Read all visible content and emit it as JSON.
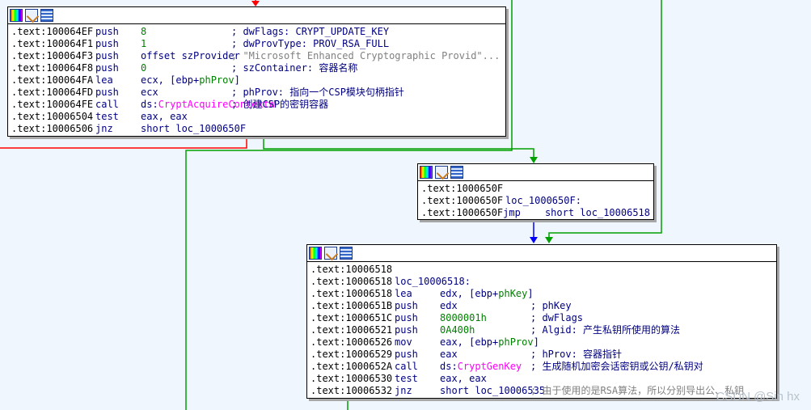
{
  "colors": {
    "background": "#f0f6fd",
    "edge_red": "#ff0000",
    "edge_green": "#00a000",
    "edge_blue": "#0000ff",
    "address": "#000000",
    "mnemonic": "#000080",
    "number": "#008000",
    "api": "#ff00ff",
    "comment_gray": "#808080"
  },
  "block1": {
    "lines": [
      {
        "addr": ".text:100064EF",
        "mn": "push",
        "op": "8",
        "opk": "num",
        "cmt": "; dwFlags: CRYPT_UPDATE_KEY"
      },
      {
        "addr": ".text:100064F1",
        "mn": "push",
        "op": "1",
        "opk": "num",
        "cmt": "; dwProvType: PROV_RSA_FULL"
      },
      {
        "addr": ".text:100064F3",
        "mn": "push",
        "op": "offset szProvider",
        "opk": "op",
        "cmt": "; \"Microsoft Enhanced Cryptographic Provid\"...",
        "cmtk": "str"
      },
      {
        "addr": ".text:100064F8",
        "mn": "push",
        "op": "0",
        "opk": "num",
        "cmt": "; szContainer: 容器名称"
      },
      {
        "addr": ".text:100064FA",
        "mn": "lea",
        "op_pre": "ecx, [ebp+",
        "op_var": "phProv",
        "op_post": "]"
      },
      {
        "addr": ".text:100064FD",
        "mn": "push",
        "op": "ecx",
        "opk": "op",
        "cmt": "; phProv: 指向一个CSP模块句柄指针"
      },
      {
        "addr": ".text:100064FE",
        "mn": "call",
        "op_pre": "ds:",
        "op_api": "CryptAcquireContextW",
        "cmt": "; 创建CSP的密钥容器"
      },
      {
        "addr": ".text:10006504",
        "mn": "test",
        "op": "eax, eax",
        "opk": "op"
      },
      {
        "addr": ".text:10006506",
        "mn": "jnz",
        "op": "short loc_1000650F",
        "opk": "op"
      }
    ]
  },
  "block2": {
    "lines": [
      {
        "addr": ".text:1000650F",
        "mn": "",
        "op": ""
      },
      {
        "addr": ".text:1000650F",
        "mn": "loc_1000650F:",
        "op": ""
      },
      {
        "addr": ".text:1000650F",
        "mn": "jmp",
        "op": "short loc_10006518"
      }
    ]
  },
  "block3": {
    "lines": [
      {
        "addr": ".text:10006518",
        "mn": "",
        "op": ""
      },
      {
        "addr": ".text:10006518",
        "mn": "loc_10006518:",
        "op": ""
      },
      {
        "addr": ".text:10006518",
        "mn": "lea",
        "op_pre": "edx, [ebp+",
        "op_var": "phKey",
        "op_post": "]"
      },
      {
        "addr": ".text:1000651B",
        "mn": "push",
        "op": "edx",
        "opk": "op",
        "cmt": "; phKey"
      },
      {
        "addr": ".text:1000651C",
        "mn": "push",
        "op": "8000001h",
        "opk": "num",
        "cmt": "; dwFlags"
      },
      {
        "addr": ".text:10006521",
        "mn": "push",
        "op": "0A400h",
        "opk": "num",
        "cmt": "; Algid: 产生私钥所使用的算法"
      },
      {
        "addr": ".text:10006526",
        "mn": "mov",
        "op_pre": "eax, [ebp+",
        "op_var": "phProv",
        "op_post": "]"
      },
      {
        "addr": ".text:10006529",
        "mn": "push",
        "op": "eax",
        "opk": "op",
        "cmt": "; hProv: 容器指针"
      },
      {
        "addr": ".text:1000652A",
        "mn": "call",
        "op_pre": "ds:",
        "op_api": "CryptGenKey",
        "cmt": "; 生成随机加密会话密钥或公钥/私钥对"
      },
      {
        "addr": ".text:10006530",
        "mn": "test",
        "op": "eax, eax",
        "opk": "op"
      },
      {
        "addr": ".text:10006532",
        "mn": "jnz",
        "op": "short loc_10006535",
        "opk": "op",
        "cmt": "; 由于使用的是RSA算法，所以分别导出公、私钥",
        "cmtk": "gcmt"
      }
    ]
  },
  "watermark": "CSDN @Sin hx"
}
